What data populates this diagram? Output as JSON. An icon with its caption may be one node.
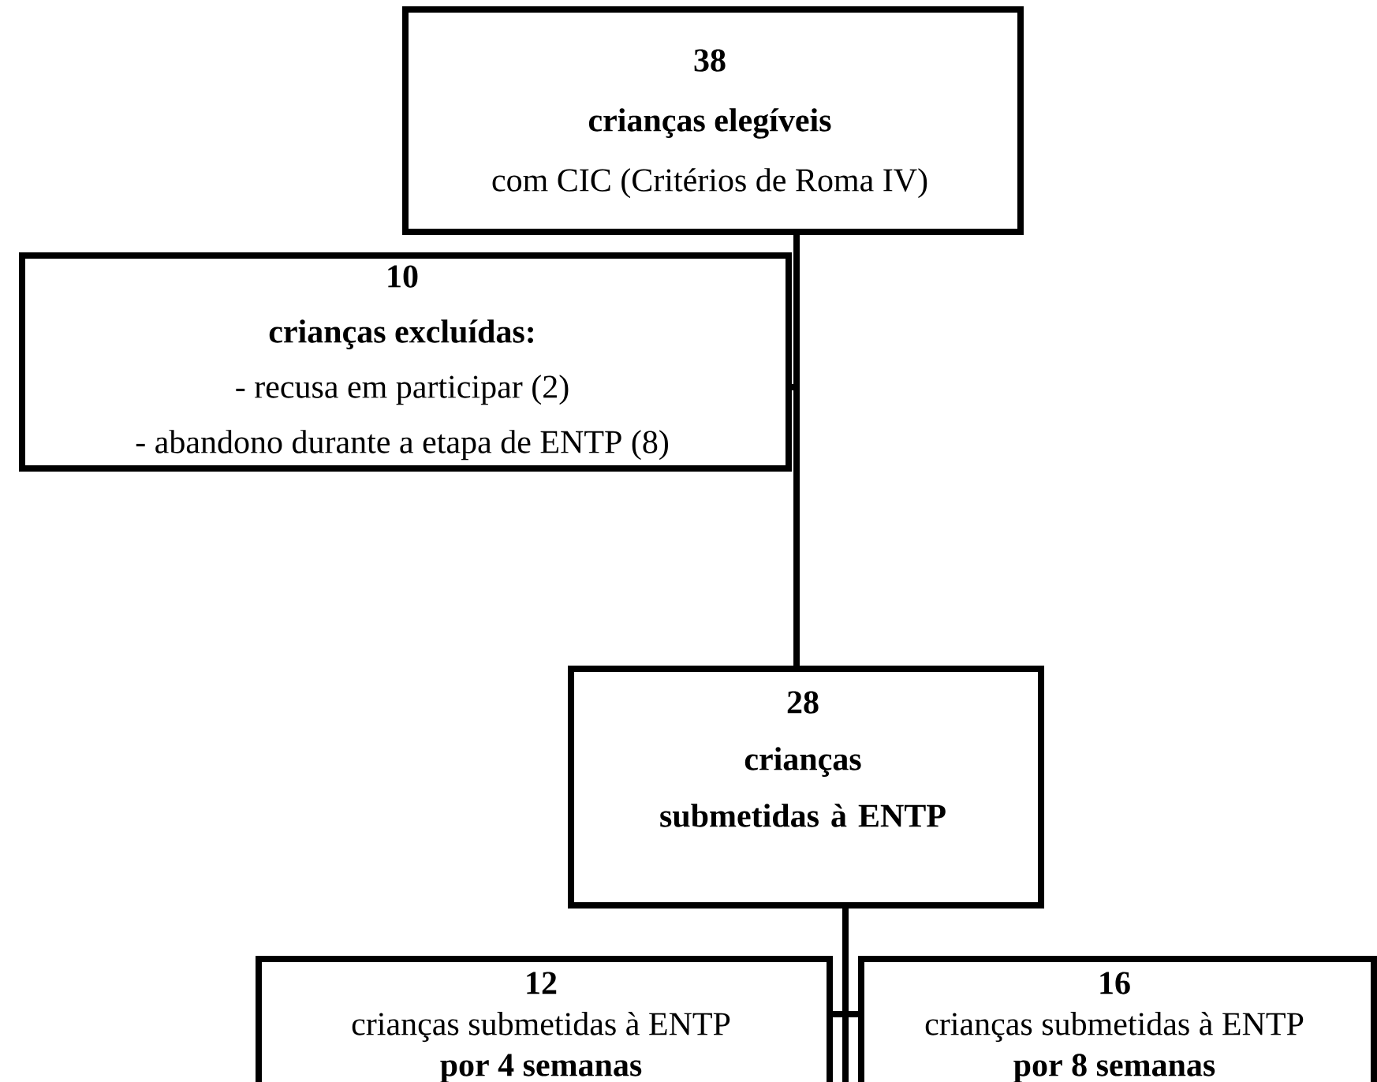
{
  "diagram": {
    "nodes": [
      {
        "text": [
          "38",
          "crianças elegíveis",
          "com CIC (Critérios de Roma IV)"
        ]
      },
      {
        "text": [
          "10",
          "crianças excluídas:",
          "- recusa em participar (2)",
          "- abandono durante a etapa de ENTP (8)"
        ]
      },
      {
        "text": [
          "28",
          "crianças submetidas à ENTP"
        ]
      },
      {
        "text": [
          "12",
          "crianças submetidas à ENTP",
          "por 4 semanas"
        ]
      },
      {
        "text": [
          "16",
          "crianças submetidas à ENTP",
          "por 8 semanas"
        ]
      }
    ],
    "edges": [
      {
        "from": 0,
        "to": 1,
        "arrow": "none"
      },
      {
        "from": 0,
        "to": 2,
        "arrow": "none"
      },
      {
        "from": 2,
        "to": 3,
        "arrow": "none"
      },
      {
        "from": 2,
        "to": 4,
        "arrow": "none"
      }
    ]
  }
}
